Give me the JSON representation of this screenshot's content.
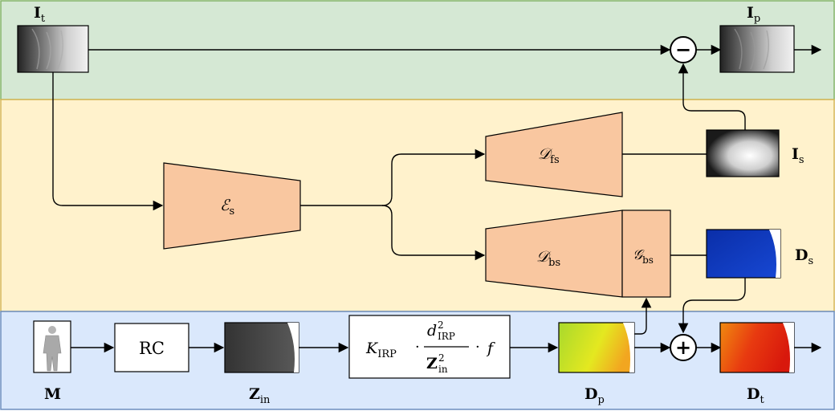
{
  "colors": {
    "band_top": "#d5e8d4",
    "band_top_border": "#82b366",
    "band_mid": "#fff2cc",
    "band_mid_border": "#d6b656",
    "band_bottom": "#dae8fc",
    "band_bottom_border": "#6c8ebf",
    "network_fill": "#f9c7a0"
  },
  "images": {
    "It": {
      "base": "I",
      "sub": "t"
    },
    "Ip": {
      "base": "I",
      "sub": "p"
    },
    "Is": {
      "base": "I",
      "sub": "s"
    },
    "Ds": {
      "base": "D",
      "sub": "s"
    },
    "M": {
      "base": "M"
    },
    "Zin": {
      "base": "Z",
      "sub": "in"
    },
    "Dp": {
      "base": "D",
      "sub": "p"
    },
    "Dt": {
      "base": "D",
      "sub": "t"
    }
  },
  "blocks": {
    "encoder": {
      "base": "ℰ",
      "sub": "s"
    },
    "decoder_fs": {
      "base": "𝒟",
      "sub": "fs"
    },
    "decoder_bs": {
      "base": "𝒟",
      "sub": "bs"
    },
    "generator_bs": {
      "base": "𝒢",
      "sub": "bs"
    },
    "rc": "RC"
  },
  "formula": {
    "K": "K",
    "K_sub": "IRP",
    "dot": "·",
    "num_d": "d",
    "num_sup": "2",
    "num_sub": "IRP",
    "den_Z": "Z",
    "den_sup": "2",
    "den_sub": "in",
    "f": "f"
  },
  "operators": {
    "minus": "−",
    "plus": "+"
  }
}
